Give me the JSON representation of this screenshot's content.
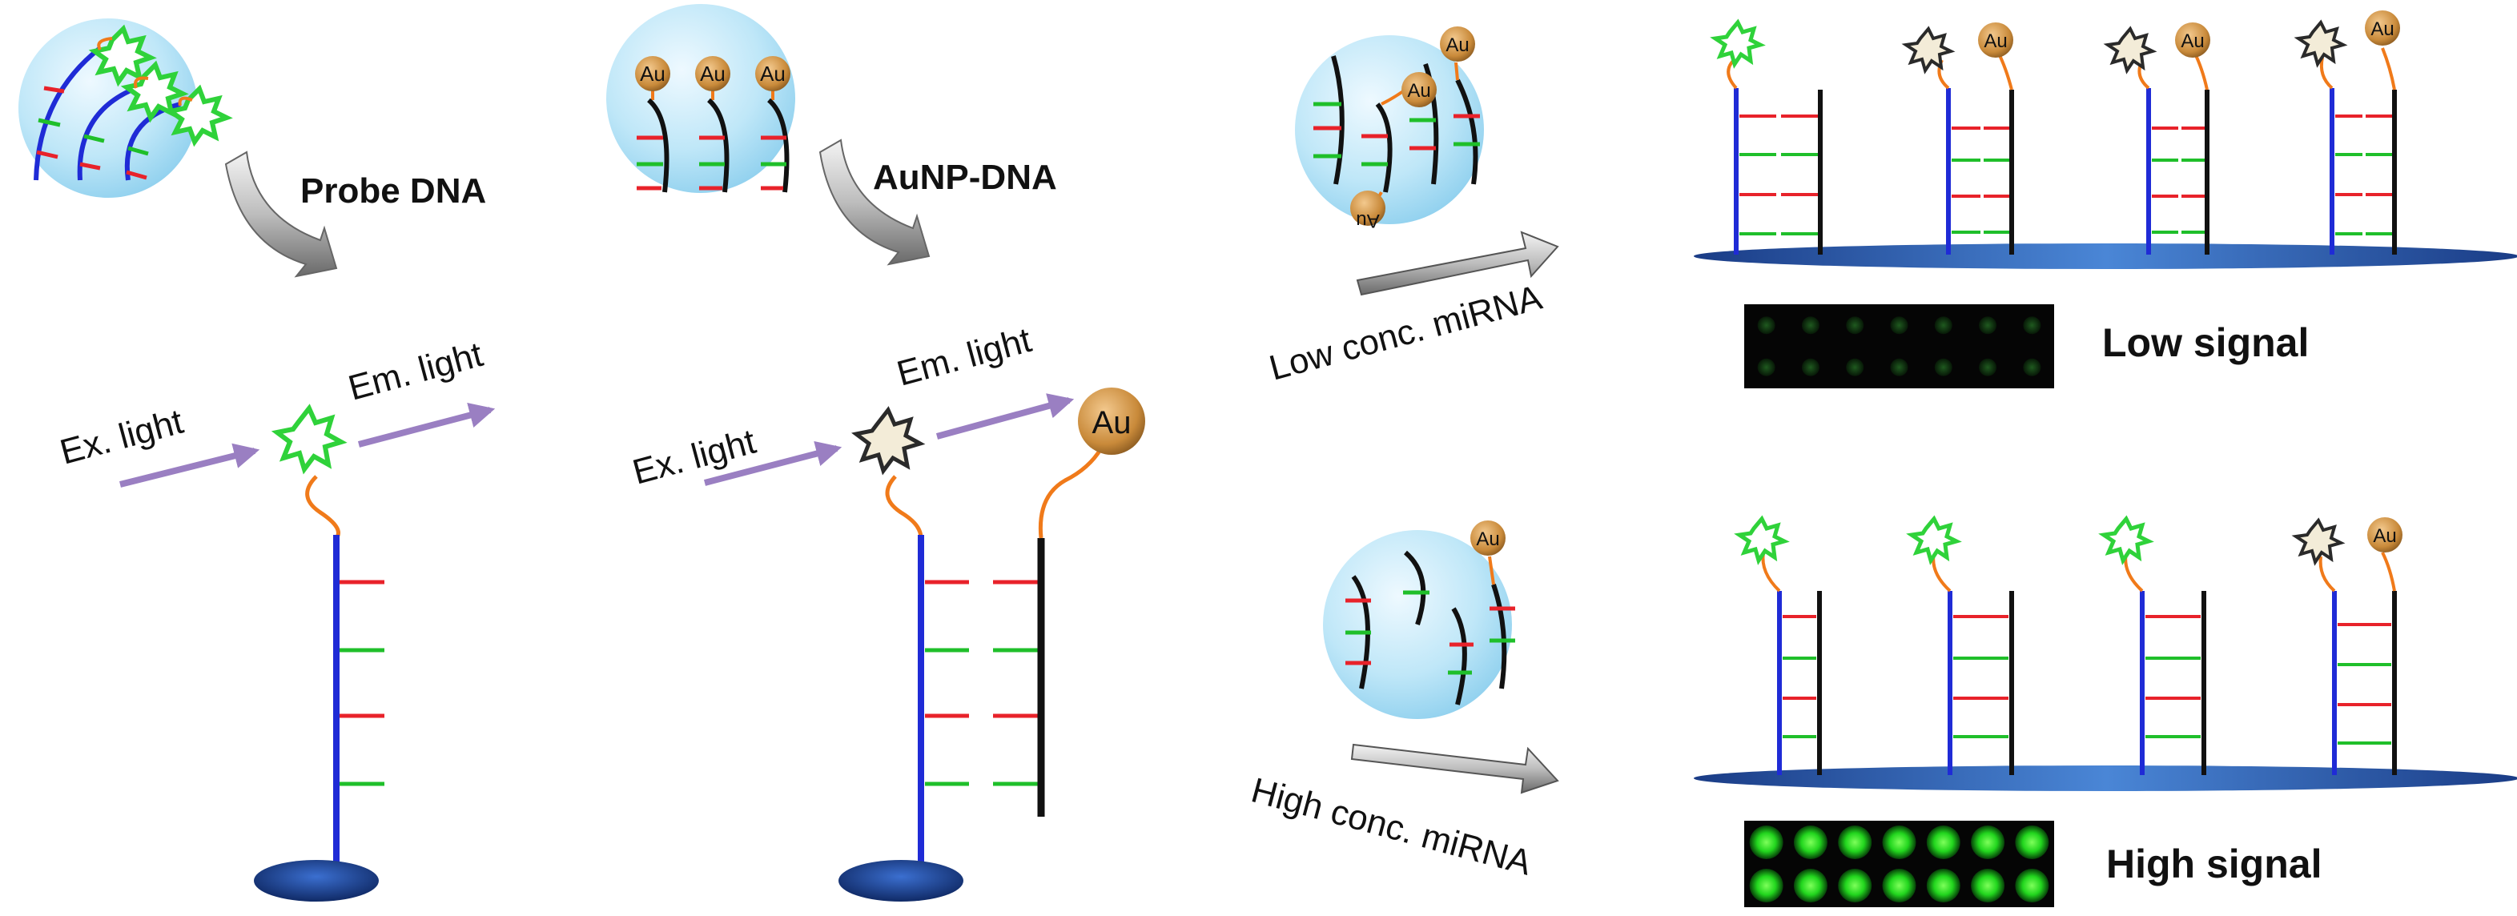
{
  "labels": {
    "probe_dna": "Probe DNA",
    "aunp_dna": "AuNP-DNA",
    "ex_light": "Ex. light",
    "em_light": "Em. light",
    "low_conc": "Low conc. miRNA",
    "high_conc": "High conc. miRNA",
    "low_signal": "Low signal",
    "high_signal": "High signal",
    "au": "Au"
  },
  "colors": {
    "probe_strand": "#1f2bd6",
    "target_strand": "#111111",
    "base_red": "#e8222a",
    "base_green": "#1fbf2a",
    "linker": "#f07a1a",
    "fluor_on": "#2fd23a",
    "fluor_quenched": "#2a2a2a",
    "gold": "#c98a3a",
    "arrow": "#9a7fc2",
    "surface": "#1d3f8a",
    "bubble": "#b9e6f7"
  },
  "icons": [
    "fluorophore-icon",
    "gold-nanoparticle-icon",
    "process-arrow-icon",
    "curved-arrow-icon"
  ],
  "panels": {
    "low": {
      "fluorophores_on": 1,
      "fluorophores_quenched": 3,
      "spots_rows": 2,
      "spots_cols": 7
    },
    "high": {
      "fluorophores_on": 3,
      "fluorophores_quenched": 1,
      "spots_rows": 2,
      "spots_cols": 7
    }
  }
}
